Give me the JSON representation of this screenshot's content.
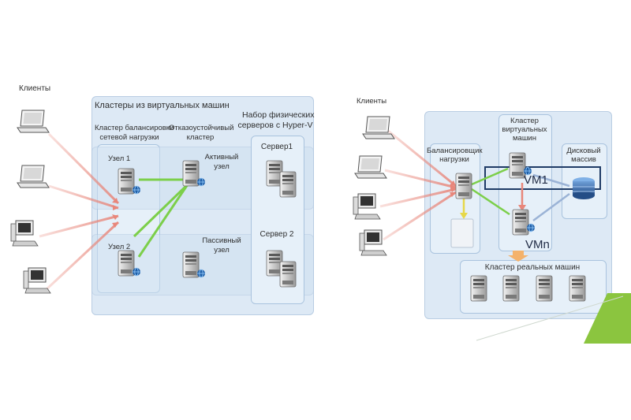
{
  "left": {
    "clients_label": "Клиенты",
    "vm_clusters_title": "Кластеры из виртуальных машин",
    "physical_set_title_1": "Набор физических",
    "physical_set_title_2": "серверов с Hyper-V",
    "nlb_cluster_1": "Кластер балансировки",
    "nlb_cluster_2": "сетевой нагрузки",
    "failover_cluster_1": "Отказоустойчивый",
    "failover_cluster_2": "кластер",
    "node1": "Узел 1",
    "node2": "Узел 2",
    "active_node_1": "Активный",
    "active_node_2": "узел",
    "passive_node_1": "Пассивный",
    "passive_node_2": "узел",
    "server1": "Сервер1",
    "server2": "Сервер 2"
  },
  "right": {
    "clients_label": "Клиенты",
    "vm_cluster_1": "Кластер",
    "vm_cluster_2": "виртуальных",
    "vm_cluster_3": "машин",
    "balancer_1": "Балансировщик",
    "balancer_2": "нагрузки",
    "disk_array_1": "Дисковый",
    "disk_array_2": "массив",
    "vm1": "VM1",
    "vmn": "VMn",
    "real_cluster": "Кластер реальных машин"
  },
  "colors": {
    "panel_outer": "#dde9f5",
    "panel_inner": "#e6f0f9",
    "arrow_red": "#e8867a",
    "arrow_green": "#7ccf4a",
    "arrow_yellow": "#e6d84a",
    "highlight_box": "#1f3b66",
    "accent_green": "#8bc53f"
  },
  "icons": [
    "laptop-icon",
    "desktop-pc-icon",
    "server-icon",
    "disk-array-icon",
    "network-globe-icon"
  ]
}
